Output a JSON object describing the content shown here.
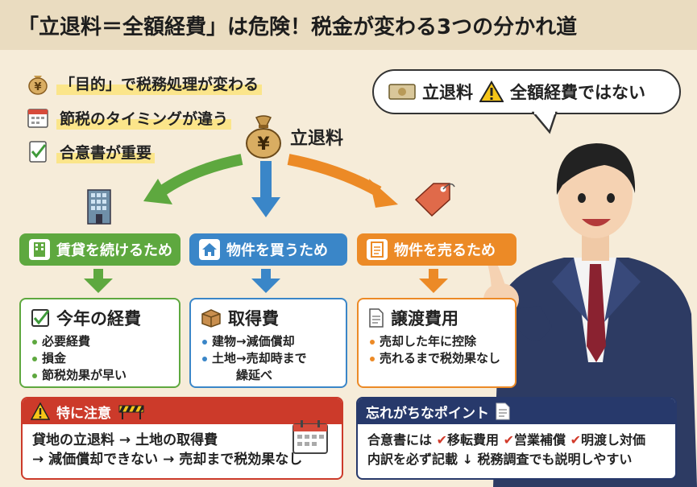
{
  "title": "「立退料＝全額経費」は危険！税金が変わる3つの分かれ道",
  "points": [
    {
      "label": "「目的」で税務処理が変わる",
      "icon": "money-bag-icon"
    },
    {
      "label": "節税のタイミングが違う",
      "icon": "calendar-icon"
    },
    {
      "label": "合意書が重要",
      "icon": "checklist-icon"
    }
  ],
  "center_label": "立退料",
  "speech": {
    "prefix": "立退料",
    "text": "全額経費ではない"
  },
  "categories": [
    {
      "label": "賃貸を続けるため",
      "color": "#5ea83f"
    },
    {
      "label": "物件を買うため",
      "color": "#3a86c8"
    },
    {
      "label": "物件を売るため",
      "color": "#ec8a26"
    }
  ],
  "boxes": [
    {
      "heading": "今年の経費",
      "items": [
        "必要経費",
        "損金",
        "節税効果が早い"
      ]
    },
    {
      "heading": "取得費",
      "items": [
        "建物→減価償却",
        "土地→売却時まで",
        "繰延べ"
      ]
    },
    {
      "heading": "譲渡費用",
      "items": [
        "売却した年に控除",
        "売れるまで税効果なし"
      ]
    }
  ],
  "warning": {
    "title": "特に注意",
    "line1": "貸地の立退料 → 土地の取得費",
    "line2": "→ 減価償却できない → 売却まで税効果なし"
  },
  "memo": {
    "title": "忘れがちなポイント",
    "line1_prefix": "合意書には",
    "tags": [
      "移転費用",
      "営業補償",
      "明渡し対価"
    ],
    "line2": "内訳を必ず記載 ↓ 税務調査でも説明しやすい"
  },
  "colors": {
    "green": "#5ea83f",
    "blue": "#3a86c8",
    "orange": "#ec8a26",
    "red": "#cc3a2a",
    "navy": "#27396b"
  }
}
